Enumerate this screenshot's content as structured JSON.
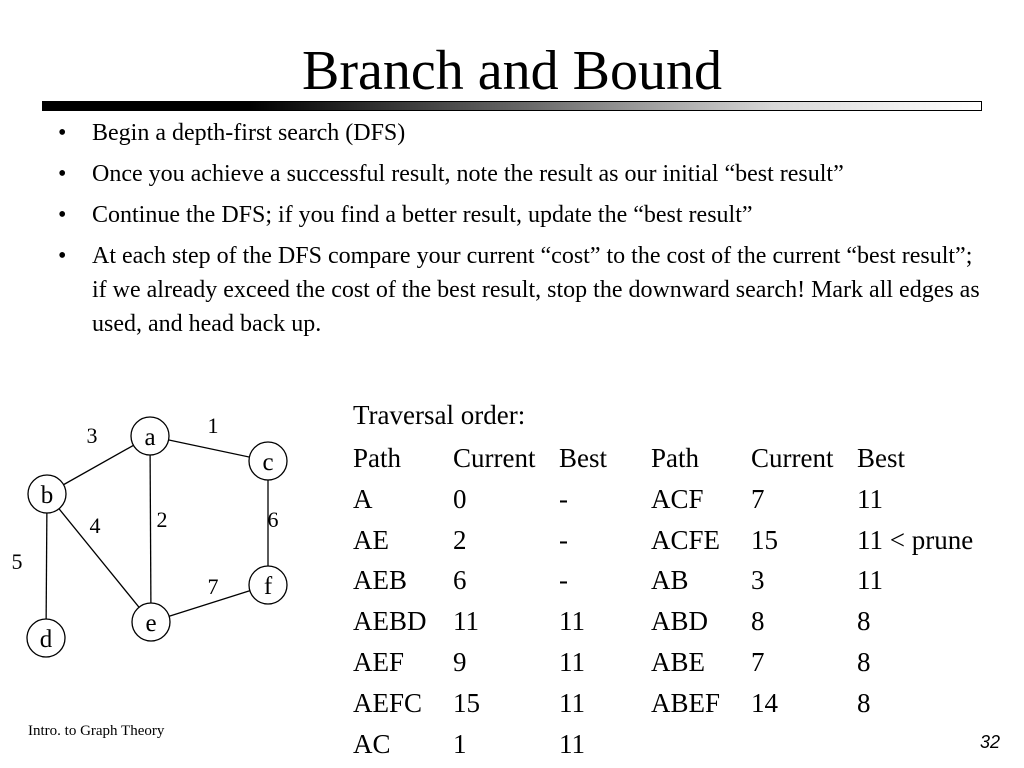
{
  "title": "Branch and Bound",
  "bullets": [
    "Begin a depth-first search (DFS)",
    "Once you achieve a successful result, note the result as our initial “best result”",
    "Continue the DFS; if you find a better result, update the “best result”",
    "At each step of the DFS compare your current “cost” to the cost of the current “best result”; if we already exceed the cost of the best result, stop the downward search! Mark all edges as used, and head back up."
  ],
  "bullet_marker": "•",
  "graph": {
    "nodes": {
      "a": "a",
      "b": "b",
      "c": "c",
      "d": "d",
      "e": "e",
      "f": "f"
    },
    "edges": [
      {
        "from": "a",
        "to": "b",
        "weight": "3"
      },
      {
        "from": "a",
        "to": "c",
        "weight": "1"
      },
      {
        "from": "a",
        "to": "e",
        "weight": "2"
      },
      {
        "from": "b",
        "to": "e",
        "weight": "4"
      },
      {
        "from": "b",
        "to": "d",
        "weight": "5"
      },
      {
        "from": "c",
        "to": "f",
        "weight": "6"
      },
      {
        "from": "e",
        "to": "f",
        "weight": "7"
      }
    ]
  },
  "traversal": {
    "title": "Traversal order:",
    "header": {
      "path": "Path",
      "current": "Current",
      "best": "Best"
    },
    "left_rows": [
      {
        "path": "A",
        "current": "0",
        "best": "-"
      },
      {
        "path": "AE",
        "current": "2",
        "best": "-"
      },
      {
        "path": "AEB",
        "current": "6",
        "best": "-"
      },
      {
        "path": "AEBD",
        "current": "11",
        "best": "11"
      },
      {
        "path": "AEF",
        "current": "9",
        "best": "11"
      },
      {
        "path": "AEFC",
        "current": "15",
        "best": "11"
      },
      {
        "path": "AC",
        "current": "1",
        "best": "11"
      }
    ],
    "right_rows": [
      {
        "path": "ACF",
        "current": "7",
        "best": "11"
      },
      {
        "path": "ACFE",
        "current": "15",
        "best": "11 < prune"
      },
      {
        "path": "AB",
        "current": "3",
        "best": "11"
      },
      {
        "path": "ABD",
        "current": "8",
        "best": "8"
      },
      {
        "path": "ABE",
        "current": "7",
        "best": "8"
      },
      {
        "path": "ABEF",
        "current": "14",
        "best": "8"
      }
    ]
  },
  "footer": {
    "course": "Intro. to Graph Theory",
    "slide_number": "32"
  }
}
